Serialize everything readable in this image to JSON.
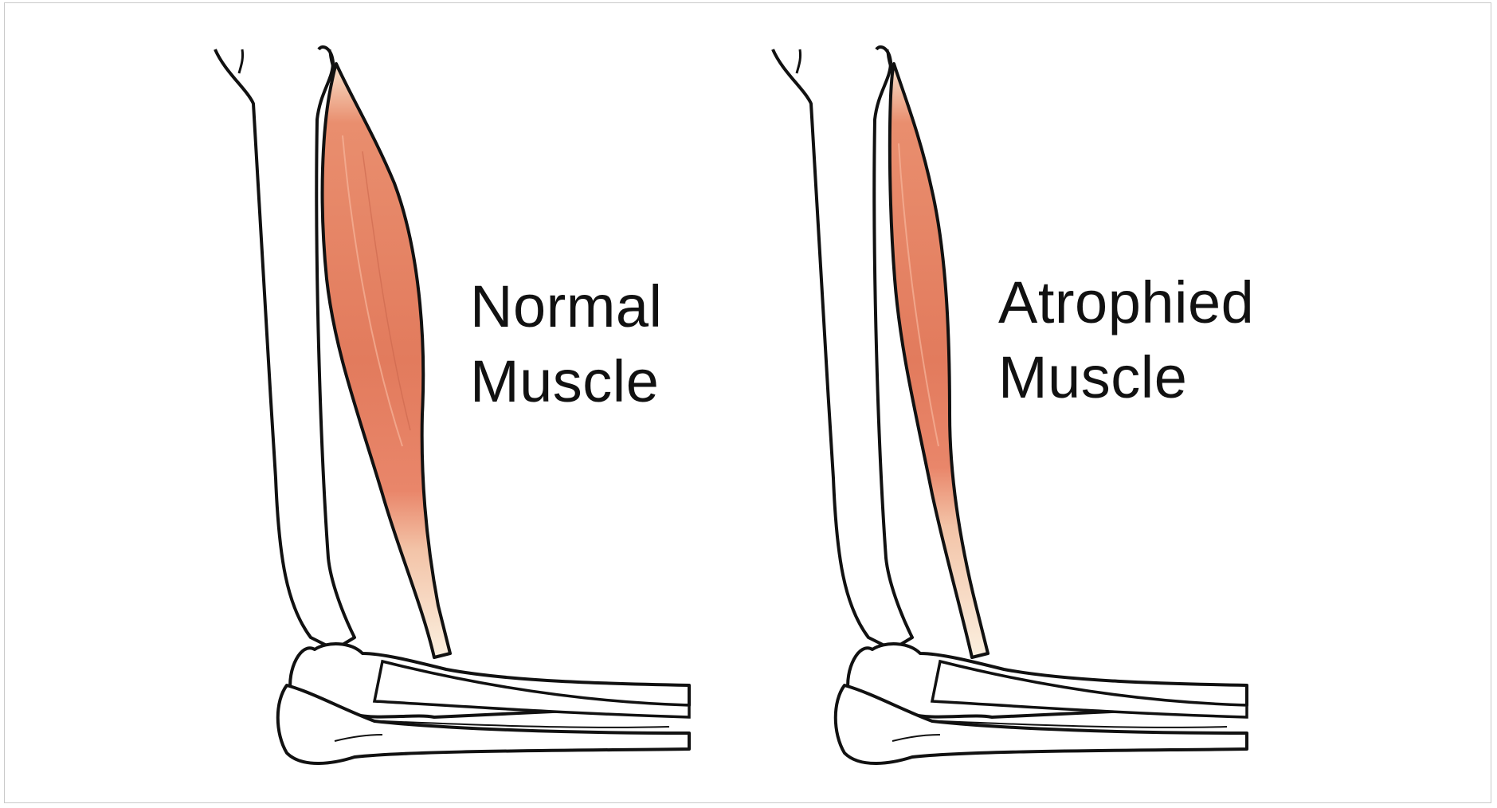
{
  "panels": [
    {
      "id": "normal",
      "label_lines": [
        "Normal",
        "Muscle"
      ]
    },
    {
      "id": "atrophied",
      "label_lines": [
        "Atrophied",
        "Muscle"
      ]
    }
  ],
  "colors": {
    "muscle": "#e27b5d",
    "muscle_light": "#f0a58a",
    "tendon": "#f7e2cc",
    "outline": "#111111",
    "bone": "#ffffff"
  }
}
